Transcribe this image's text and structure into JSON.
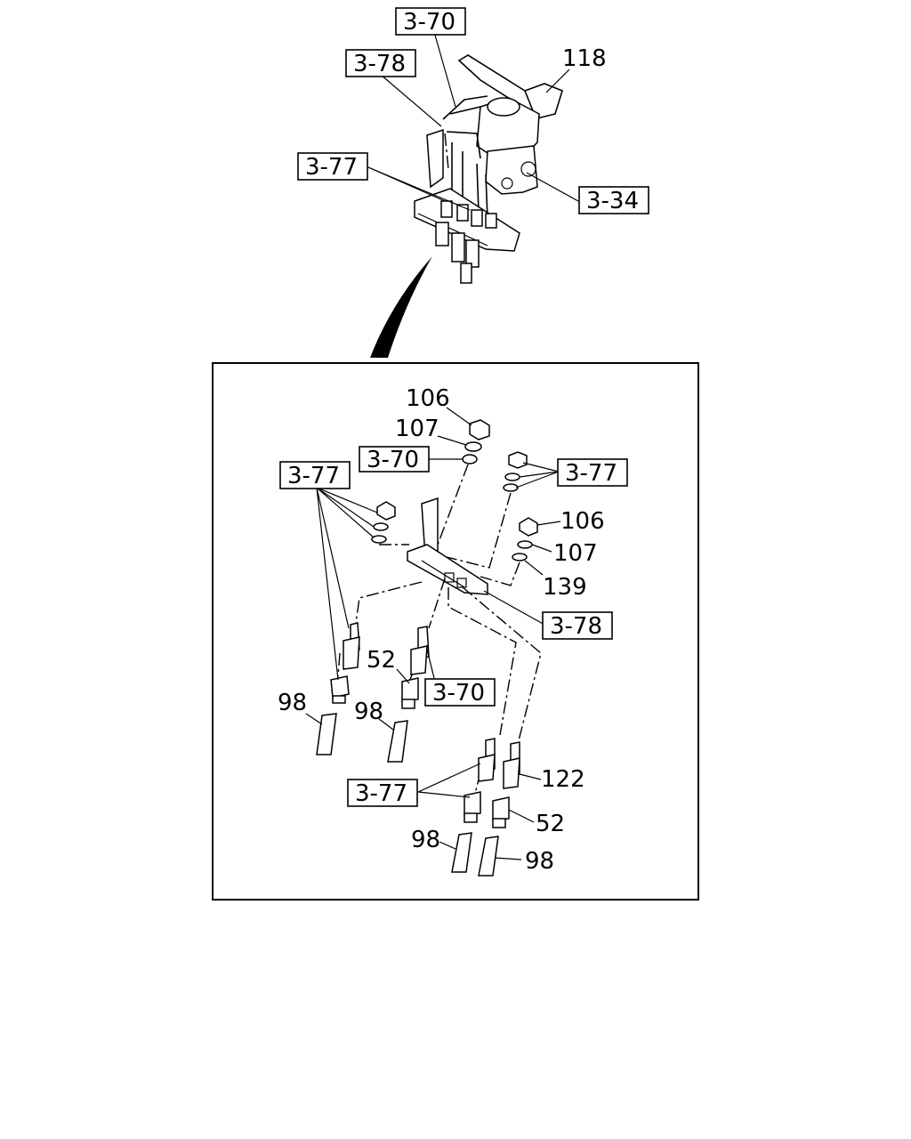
{
  "top_assembly": {
    "refs": {
      "ref_3_70": "3-70",
      "ref_3_78": "3-78",
      "ref_3_77": "3-77",
      "ref_3_34": "3-34"
    },
    "part_118": "118"
  },
  "detail_view": {
    "refs": {
      "ref_3_70_a": "3-70",
      "ref_3_77_left": "3-77",
      "ref_3_77_right": "3-77",
      "ref_3_78": "3-78",
      "ref_3_70_b": "3-70",
      "ref_3_77_bottom": "3-77"
    },
    "parts": {
      "p106_top": "106",
      "p107_top": "107",
      "p106_right": "106",
      "p107_right": "107",
      "p139": "139",
      "p52_left": "52",
      "p98_a": "98",
      "p98_b": "98",
      "p122": "122",
      "p52_right": "52",
      "p98_c": "98",
      "p98_d": "98"
    }
  }
}
